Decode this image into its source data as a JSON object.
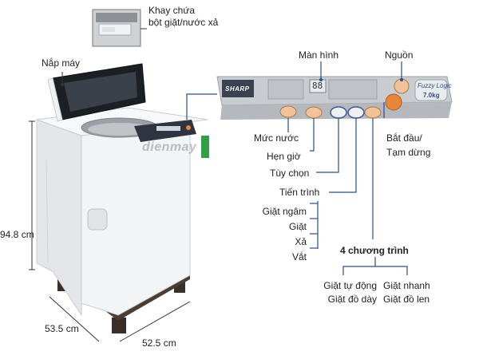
{
  "labels": {
    "tray": [
      "Khay chứa",
      "bột giặt/nước xả"
    ],
    "lid": "Nắp máy",
    "screen": "Màn hình",
    "power": "Nguồn",
    "water_level": "Mức nước",
    "timer": "Hẹn giờ",
    "options": "Tùy chọn",
    "progress": "Tiến trình",
    "start_pause": [
      "Bắt đầu/",
      "Tạm dừng"
    ],
    "stages": [
      "Giặt ngâm",
      "Giặt",
      "Xả",
      "Vắt"
    ],
    "programs_title": "4 chương trình",
    "programs_left": [
      "Giặt tự động",
      "Giặt đồ dày"
    ],
    "programs_right": [
      "Giặt nhanh",
      "Giặt đồ len"
    ]
  },
  "dimensions": {
    "height": "94.8 cm",
    "depth": "53.5 cm",
    "width": "52.5 cm"
  },
  "panel": {
    "brand": "SHARP",
    "fuzzy": "Fuzzy Logic",
    "capacity": "7.0kg",
    "display": "88"
  },
  "watermark": "dienmay",
  "colors": {
    "accent_orange": "#e8873a",
    "line_blue": "#2a4d8f",
    "panel_gray": "#c9ccd1"
  }
}
